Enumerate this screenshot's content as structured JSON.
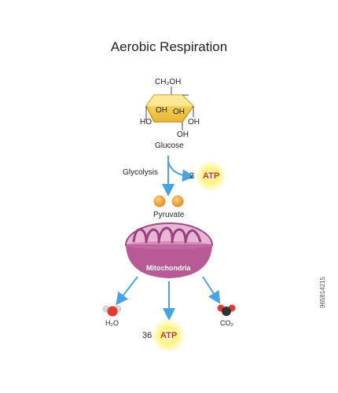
{
  "title": "Aerobic Respiration",
  "glucose": {
    "name": "Glucose",
    "ch2oh": "CH₂OH",
    "oh_left": "HO",
    "oh_right": "OH",
    "oh_top_inner": "OH",
    "oh_bottom_inner": "OH",
    "oh_bottom": "OH"
  },
  "glycolysis": {
    "label": "Glycolysis",
    "atp_count": "2",
    "atp_label": "ATP"
  },
  "pyruvate": {
    "label": "Pyruvate"
  },
  "mitochondria": {
    "label": "Mitochondria"
  },
  "products": {
    "water": "H₂O",
    "co2": "CO₂",
    "atp_count": "36",
    "atp_label": "ATP"
  },
  "watermark": "965814215",
  "colors": {
    "glucose_fill": "#f7d24a",
    "arrow": "#4aa3df",
    "pyruvate": "#f0a030",
    "mito_outer": "#b85a96",
    "mito_inner": "#e6b6d4",
    "atp_glow": "#fff27a"
  }
}
